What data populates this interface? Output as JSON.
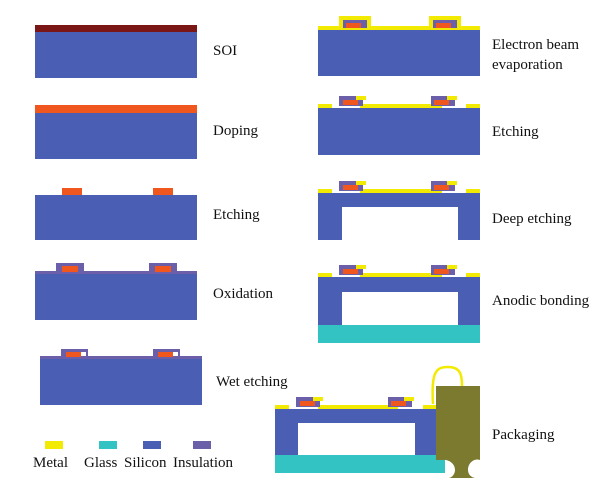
{
  "steps": [
    {
      "label": "SOI"
    },
    {
      "label": "Doping"
    },
    {
      "label": "Etching"
    },
    {
      "label": "Oxidation"
    },
    {
      "label": "Wet etching"
    },
    {
      "label": "Electron beam evaporation"
    },
    {
      "label": "Etching"
    },
    {
      "label": "Deep etching"
    },
    {
      "label": "Anodic bonding"
    },
    {
      "label": "Packaging"
    }
  ],
  "legend": [
    {
      "label": "Metal",
      "color": "#f2ea00"
    },
    {
      "label": "Glass",
      "color": "#34c3c3"
    },
    {
      "label": "Silicon",
      "color": "#4a5fb4"
    },
    {
      "label": "Insulation",
      "color": "#6a5fa8"
    }
  ],
  "colors": {
    "silicon": "#4a5fb4",
    "insulation": "#6a5fa8",
    "metal": "#f2ea00",
    "doped": "#f0571f",
    "soi_top": "#7a1616",
    "glass": "#34c3c3",
    "package": "#7c7a2e"
  }
}
